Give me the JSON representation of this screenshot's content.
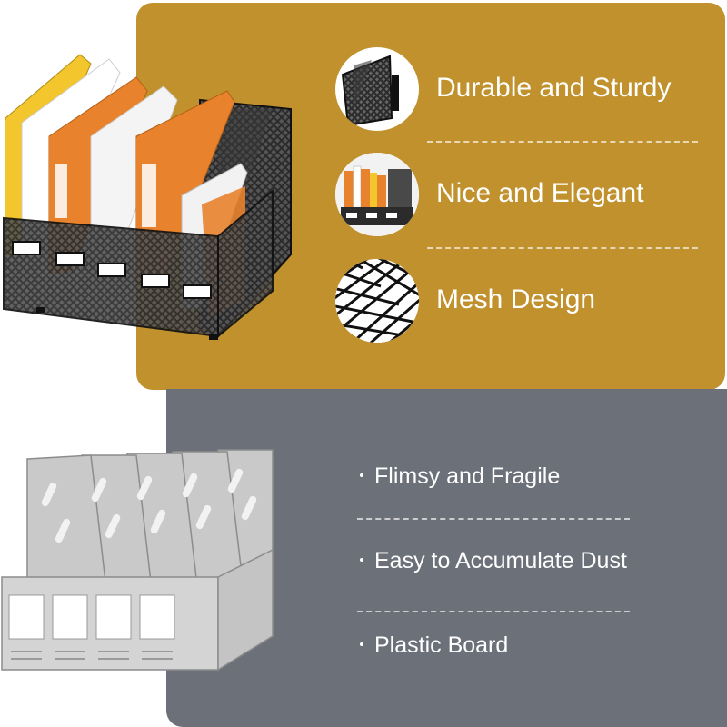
{
  "advantages": {
    "items": [
      {
        "label": "Durable and Sturdy",
        "icon": "wall-mounted-mesh-holder-icon"
      },
      {
        "label": "Nice and Elegant",
        "icon": "organizer-with-folders-icon"
      },
      {
        "label": "Mesh Design",
        "icon": "mesh-pattern-icon"
      }
    ]
  },
  "disadvantages": {
    "items": [
      {
        "label": "Flimsy and Fragile"
      },
      {
        "label": "Easy to Accumulate Dust"
      },
      {
        "label": "Plastic Board"
      }
    ]
  },
  "colors": {
    "accent_gold": "#c0912d",
    "slate_gray": "#6c7079",
    "mesh_black": "#1f1f1f",
    "folder_orange": "#e8822c",
    "folder_yellow": "#f2c62c",
    "plastic_gray": "#c9c9c9"
  }
}
